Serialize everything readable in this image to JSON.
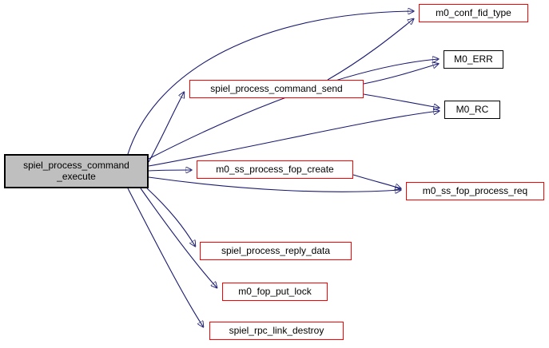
{
  "diagram": {
    "type": "call-graph",
    "background": "#ffffff",
    "edge_color": "#191970",
    "colors": {
      "root_fill": "#bfbfbf",
      "root_border": "#000000",
      "truncated_node_border": "#ff0000",
      "plain_node_border": "#000000",
      "node_fill": "#ffffff",
      "text": "#000000"
    },
    "root": {
      "label": "spiel_process_command\n_execute"
    },
    "nodes": {
      "conf_fid_type": {
        "label": "m0_conf_fid_type"
      },
      "m0_err": {
        "label": "M0_ERR"
      },
      "command_send": {
        "label": "spiel_process_command_send"
      },
      "m0_rc": {
        "label": "M0_RC"
      },
      "fop_create": {
        "label": "m0_ss_process_fop_create"
      },
      "fop_process_req": {
        "label": "m0_ss_fop_process_req"
      },
      "reply_data": {
        "label": "spiel_process_reply_data"
      },
      "fop_put_lock": {
        "label": "m0_fop_put_lock"
      },
      "rpc_link_destroy": {
        "label": "spiel_rpc_link_destroy"
      }
    },
    "edges": [
      {
        "from": "spiel_process_command_execute",
        "to": "m0_conf_fid_type"
      },
      {
        "from": "spiel_process_command_execute",
        "to": "M0_ERR"
      },
      {
        "from": "spiel_process_command_execute",
        "to": "spiel_process_command_send"
      },
      {
        "from": "spiel_process_command_execute",
        "to": "M0_RC"
      },
      {
        "from": "spiel_process_command_execute",
        "to": "m0_ss_process_fop_create"
      },
      {
        "from": "spiel_process_command_execute",
        "to": "m0_ss_fop_process_req"
      },
      {
        "from": "spiel_process_command_execute",
        "to": "spiel_process_reply_data"
      },
      {
        "from": "spiel_process_command_execute",
        "to": "m0_fop_put_lock"
      },
      {
        "from": "spiel_process_command_execute",
        "to": "spiel_rpc_link_destroy"
      },
      {
        "from": "spiel_process_command_send",
        "to": "m0_conf_fid_type"
      },
      {
        "from": "spiel_process_command_send",
        "to": "M0_ERR"
      },
      {
        "from": "spiel_process_command_send",
        "to": "M0_RC"
      },
      {
        "from": "m0_ss_process_fop_create",
        "to": "m0_ss_fop_process_req"
      }
    ]
  }
}
